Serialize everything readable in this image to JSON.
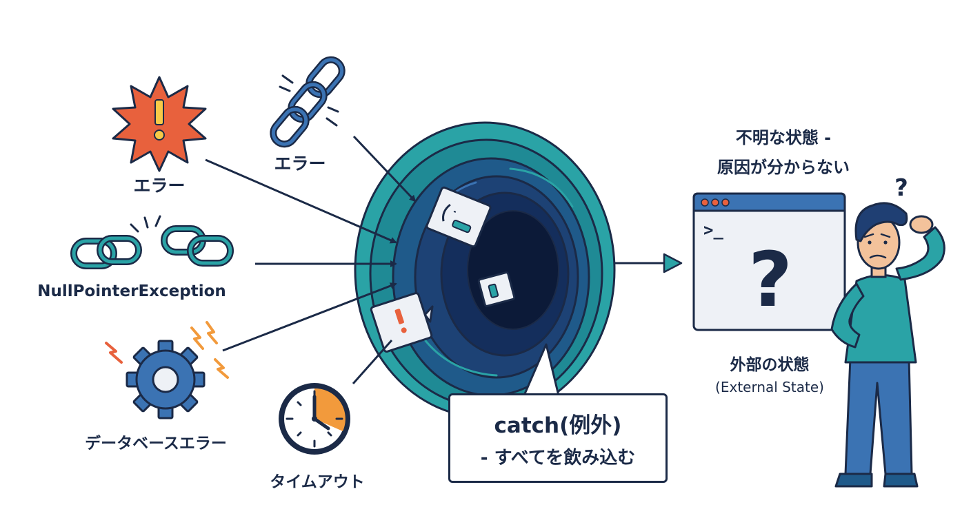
{
  "colors": {
    "ink": "#1b2a47",
    "teal": "#2aa3a6",
    "navy": "#1f3f73",
    "blue": "#3b73b3",
    "deep": "#0f2347",
    "orange": "#e8613d",
    "clock_orange": "#f29a3c",
    "paper": "#eef1f6"
  },
  "sources": {
    "error_burst_label": "エラー",
    "broken_chain_label": "エラー",
    "null_pointer_label": "NullPointerException",
    "database_error_label": "データベースエラー",
    "timeout_label": "タイムアウト"
  },
  "catch": {
    "line1": "catch(例外)",
    "line2": "- すべてを飲み込む"
  },
  "result": {
    "unknown_line1": "不明な状態 -",
    "unknown_line2": "原因が分からない",
    "terminal_prompt": ">_",
    "terminal_question": "?",
    "external_line1": "外部の状態",
    "external_line2": "(External State)",
    "person_question": "?"
  },
  "icons": {
    "burst": "exclamation-burst-icon",
    "chain": "broken-chain-icon",
    "gear": "gear-icon",
    "clock": "clock-icon",
    "vortex": "black-hole-vortex",
    "window": "terminal-window-icon",
    "person": "confused-person-figure"
  }
}
